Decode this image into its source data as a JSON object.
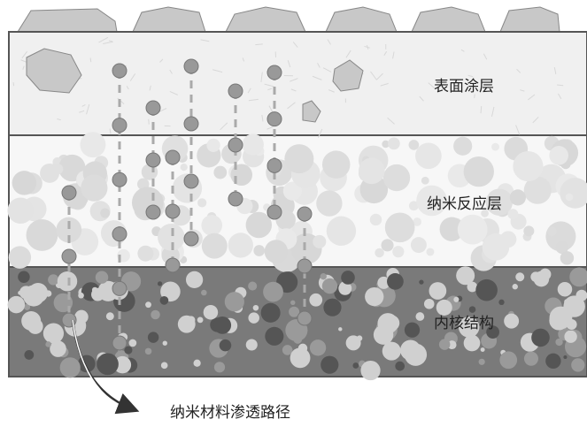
{
  "layers": {
    "surface": {
      "label": "表面涂层",
      "fill": "#f0f0f0"
    },
    "reaction": {
      "label": "纳米反应层",
      "fill": "#f7f7f7"
    },
    "core": {
      "label": "内核结构",
      "fill": "#7a7a7a"
    }
  },
  "caption": {
    "text": "纳米材料渗透路径"
  },
  "colors": {
    "outline": "#555555",
    "stone": "#c8c8c8",
    "particle": "#999999",
    "path": "#aaaaaa",
    "arrow": "#333333"
  }
}
